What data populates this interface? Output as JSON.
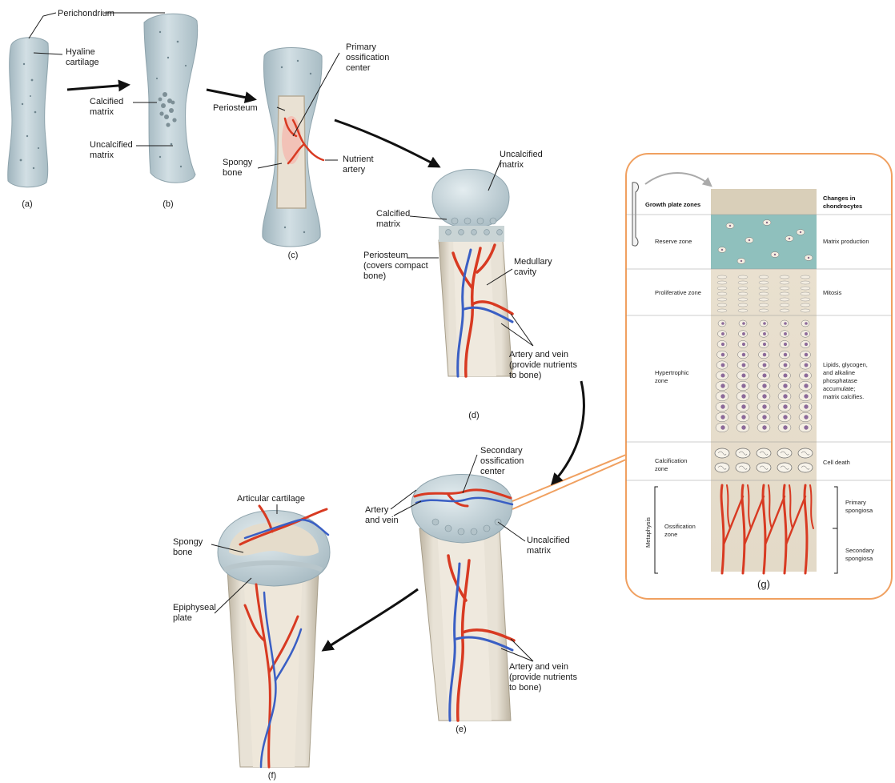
{
  "diagram": {
    "panel_a": {
      "letter": "(a)",
      "perichondrium": "Perichondrium",
      "hyaline_cartilage": [
        "Hyaline",
        "cartilage"
      ]
    },
    "panel_b": {
      "letter": "(b)",
      "calcified_matrix": [
        "Calcified",
        "matrix"
      ],
      "uncalcified_matrix": [
        "Uncalcified",
        "matrix"
      ]
    },
    "panel_c": {
      "letter": "(c)",
      "periosteum": "Periosteum",
      "primary_ossification_center": [
        "Primary",
        "ossification",
        "center"
      ],
      "spongy_bone": [
        "Spongy",
        "bone"
      ],
      "nutrient_artery": [
        "Nutrient",
        "artery"
      ]
    },
    "panel_d": {
      "letter": "(d)",
      "uncalcified_matrix": [
        "Uncalcified",
        "matrix"
      ],
      "calcified_matrix": [
        "Calcified",
        "matrix"
      ],
      "periosteum": [
        "Periosteum",
        "(covers compact",
        "bone)"
      ],
      "medullary_cavity": [
        "Medullary",
        "cavity"
      ],
      "artery_vein": [
        "Artery and vein",
        "(provide nutrients",
        "to bone)"
      ]
    },
    "panel_e": {
      "letter": "(e)",
      "secondary_ossification_center": [
        "Secondary",
        "ossification",
        "center"
      ],
      "artery_and_vein": [
        "Artery",
        "and vein"
      ],
      "uncalcified_matrix": [
        "Uncalcified",
        "matrix"
      ],
      "artery_vein": [
        "Artery and vein",
        "(provide nutrients",
        "to bone)"
      ]
    },
    "panel_f": {
      "letter": "(f)",
      "articular_cartilage": "Articular cartilage",
      "spongy_bone": [
        "Spongy",
        "bone"
      ],
      "epiphyseal_plate": [
        "Epiphyseal",
        "plate"
      ]
    },
    "panel_g": {
      "letter": "(g)",
      "header_left": "Growth plate zones",
      "header_right": [
        "Changes in",
        "chondrocytes"
      ],
      "zones": [
        {
          "name": [
            "Reserve zone"
          ],
          "change": [
            "Matrix production"
          ]
        },
        {
          "name": [
            "Proliferative zone"
          ],
          "change": [
            "Mitosis"
          ]
        },
        {
          "name": [
            "Hypertrophic",
            "zone"
          ],
          "change": [
            "Lipids, glycogen,",
            "and alkaline",
            "phosphatase",
            "accumulate;",
            "matrix calcifies."
          ]
        },
        {
          "name": [
            "Calcification",
            "zone"
          ],
          "change": [
            "Cell death"
          ]
        },
        {
          "name": [
            "Ossification",
            "zone"
          ],
          "change": []
        }
      ],
      "metaphysis": "Metaphysis",
      "primary_spongiosa": [
        "Primary",
        "spongiosa"
      ],
      "secondary_spongiosa": [
        "Secondary",
        "spongiosa"
      ]
    },
    "colors": {
      "cartilage": "#c4d2d8",
      "bone": "#ddd6c8",
      "artery": "#d83a22",
      "vein": "#3a5fc4",
      "reserve_zone": "#8fc0bd",
      "inset_border": "#f0a060"
    }
  }
}
